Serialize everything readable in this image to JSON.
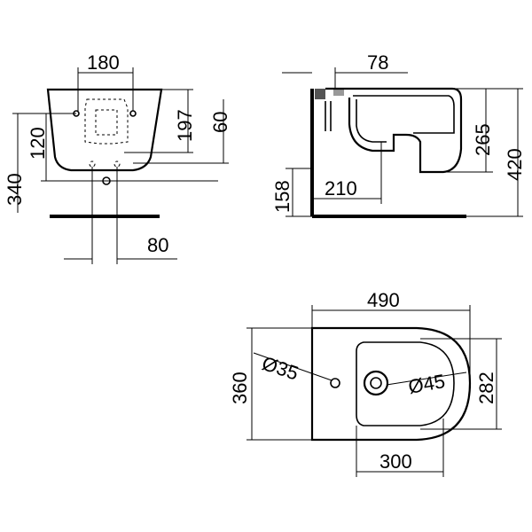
{
  "dimensions": {
    "front_width": "180",
    "front_197": "197",
    "front_60": "60",
    "front_340": "340",
    "front_120": "120",
    "front_80": "80",
    "side_78": "78",
    "side_265": "265",
    "side_420": "420",
    "side_158": "158",
    "side_210": "210",
    "top_490": "490",
    "top_360": "360",
    "top_282": "282",
    "top_300": "300",
    "top_d35": "Ø35",
    "top_d45": "Ø45"
  },
  "colors": {
    "line": "#000000",
    "background": "#ffffff"
  }
}
